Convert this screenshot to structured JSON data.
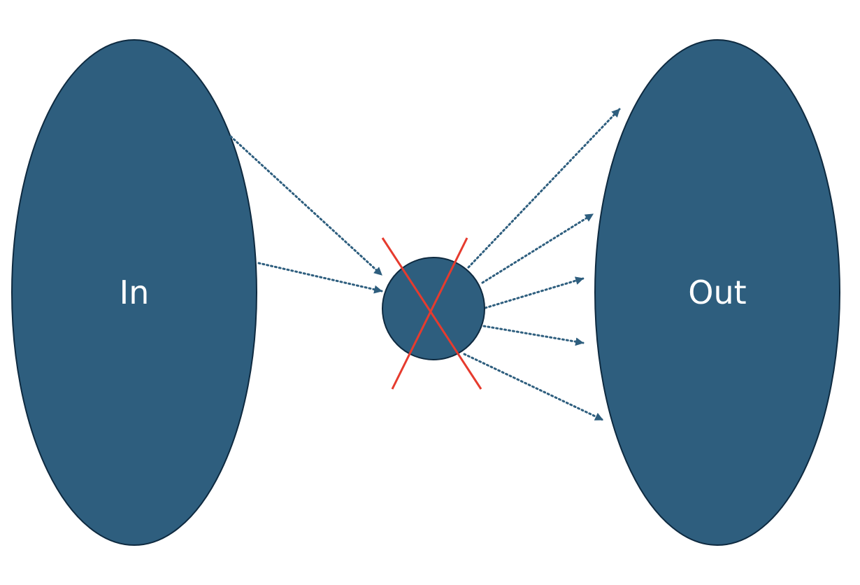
{
  "colors": {
    "node_fill": "#2e5e7e",
    "node_stroke": "#0e2a40",
    "edge": "#2e5e7e",
    "cross": "#e63b2e",
    "background": "#ffffff"
  },
  "nodes": {
    "input": {
      "label": "In"
    },
    "hub": {
      "label": ""
    },
    "output": {
      "label": "Out"
    }
  },
  "edges": {
    "incoming_count": 2,
    "outgoing_count": 5,
    "style": "dotted-arrow"
  },
  "hub_marker": {
    "icon": "cross-mark-icon"
  }
}
